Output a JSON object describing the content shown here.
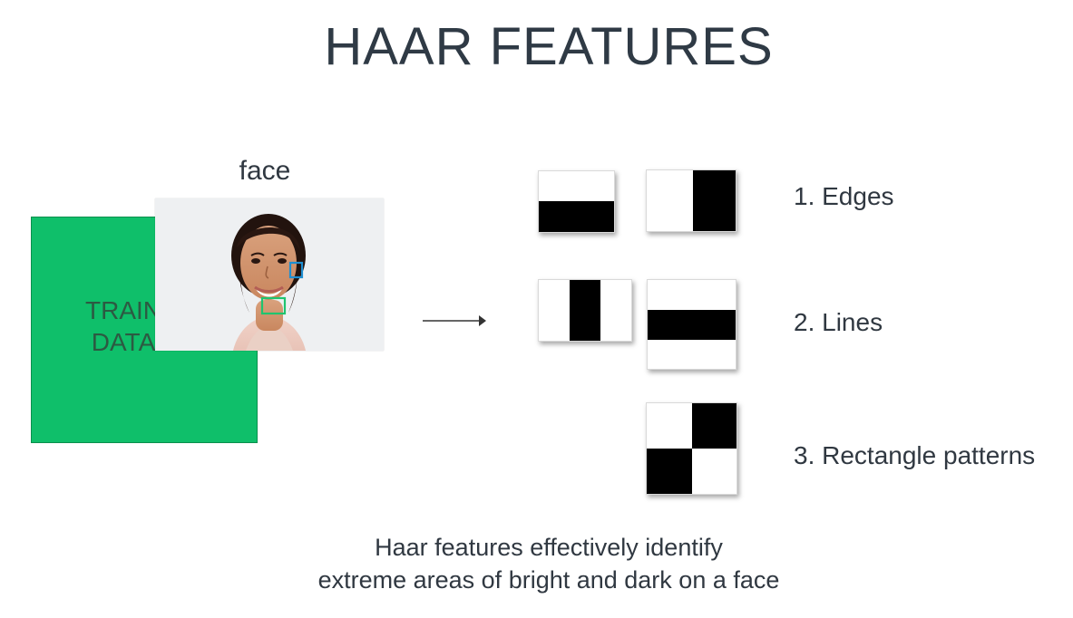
{
  "title": "HAAR FEATURES",
  "training_box": {
    "line1": "TRAIN",
    "line2": "DATA"
  },
  "photo": {
    "label": "face"
  },
  "features": {
    "edges_label": "1. Edges",
    "lines_label": "2. Lines",
    "rect_label": "3. Rectangle patterns"
  },
  "caption": {
    "line1": "Haar features effectively identify",
    "line2": "extreme areas of bright and dark on a face"
  },
  "colors": {
    "training_green": "#0fbf6a",
    "blue_box": "#1e8ed1",
    "green_box": "#1fc46f"
  },
  "icons": {
    "arrow": "right-arrow-icon"
  }
}
